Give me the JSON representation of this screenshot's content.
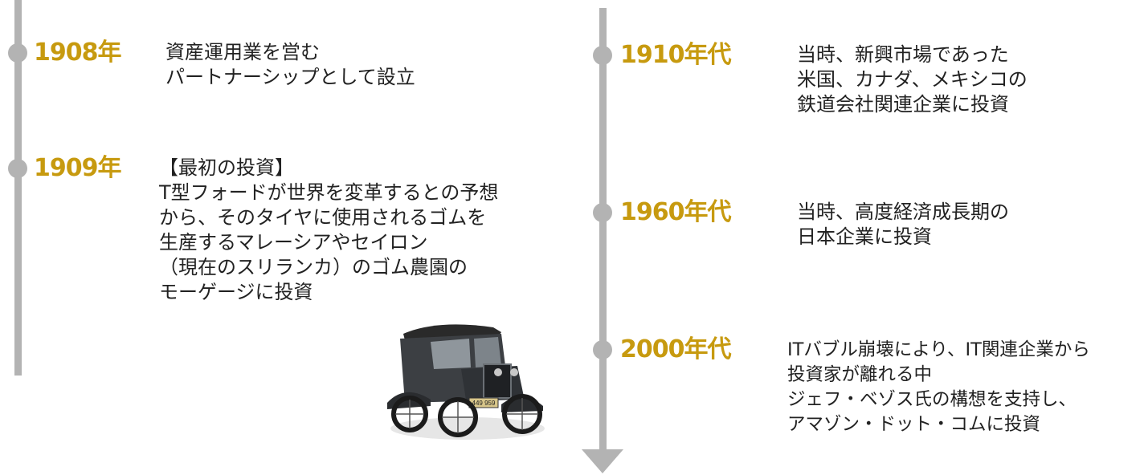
{
  "colors": {
    "line": "#b3b3b3",
    "year": "#c79a0f",
    "text": "#222222"
  },
  "left_timeline": [
    {
      "year": "1908年",
      "lines": [
        "資産運用業を営む",
        "パートナーシップとして設立"
      ]
    },
    {
      "year": "1909年",
      "lines": [
        "【最初の投資】",
        "T型フォードが世界を変革するとの予想",
        "から、そのタイヤに使用されるゴムを",
        "生産するマレーシアやセイロン",
        "（現在のスリランカ）のゴム農園の",
        "モーゲージに投資"
      ]
    }
  ],
  "right_timeline": [
    {
      "year": "1910年代",
      "lines": [
        "当時、新興市場であった",
        "米国、カナダ、メキシコの",
        "鉄道会社関連企業に投資"
      ]
    },
    {
      "year": "1960年代",
      "lines": [
        "当時、高度経済成長期の",
        "日本企業に投資"
      ]
    },
    {
      "year": "2000年代",
      "lines": [
        "ITバブル崩壊により、IT関連企業から",
        "投資家が離れる中",
        "ジェフ・ベゾス氏の構想を支持し、",
        "アマゾン・ドット・コムに投資"
      ]
    }
  ],
  "car_image": {
    "icon": "model-t-car-icon",
    "plate": "449 959"
  }
}
